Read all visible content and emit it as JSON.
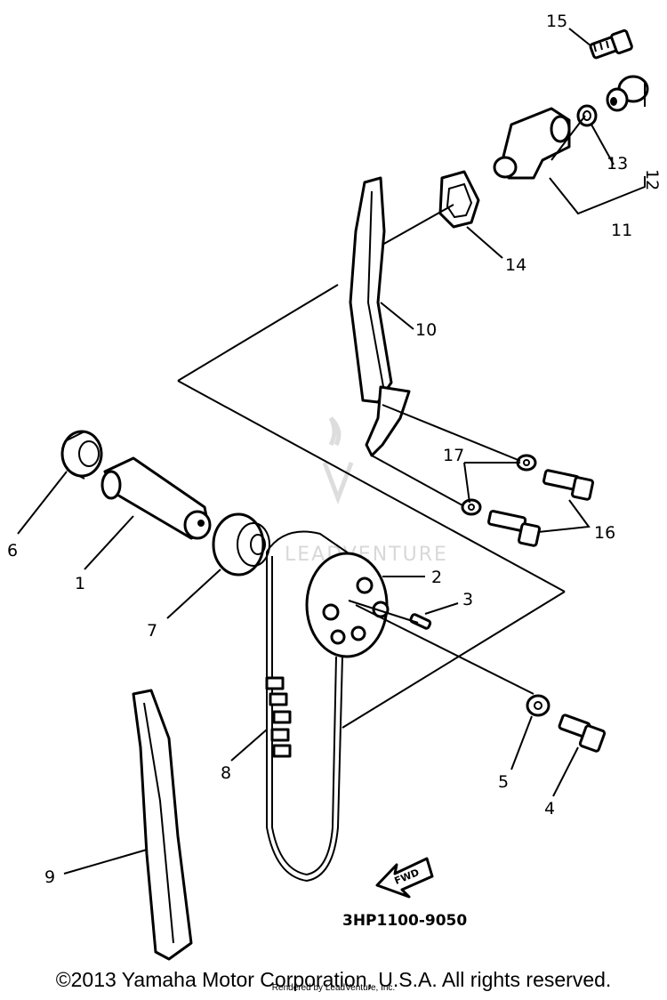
{
  "diagram": {
    "part_numbers": [
      "1",
      "2",
      "3",
      "4",
      "5",
      "6",
      "7",
      "8",
      "9",
      "10",
      "11",
      "12",
      "13",
      "14",
      "15",
      "16",
      "17"
    ],
    "diagram_code": "3HP1100-9050",
    "fwd_label": "FWD",
    "watermark": "LEADVENTURE"
  },
  "footer": {
    "copyright": "©2013 Yamaha Motor Corporation, U.S.A. All rights reserved.",
    "rendered_by": "Rendered by LeadVenture, Inc."
  }
}
